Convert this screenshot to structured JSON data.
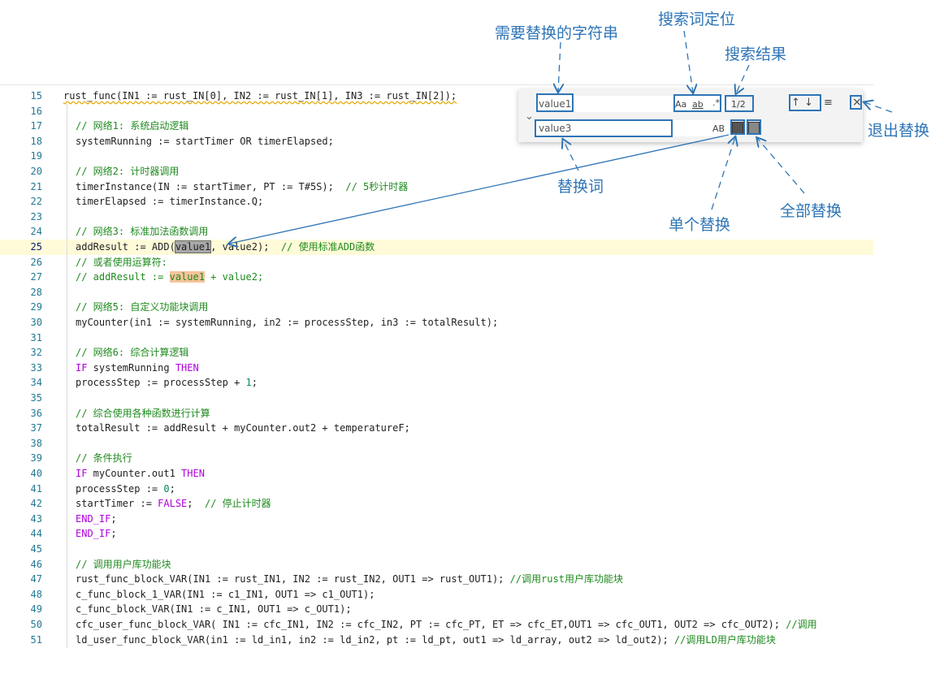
{
  "editor": {
    "lines": [
      {
        "n": "15",
        "indent": false,
        "tokens": [
          [
            "",
            "rust_func(IN1 := rust_IN[0], IN2 := rust_IN[1], IN3 := rust_IN[2]);"
          ]
        ],
        "squiggle": true
      },
      {
        "n": "16",
        "indent": true,
        "tokens": []
      },
      {
        "n": "17",
        "indent": true,
        "tokens": [
          [
            "cm",
            "// 网络1: 系统启动逻辑"
          ]
        ]
      },
      {
        "n": "18",
        "indent": true,
        "tokens": [
          [
            "",
            "systemRunning := startTimer OR timerElapsed;"
          ]
        ]
      },
      {
        "n": "19",
        "indent": true,
        "tokens": []
      },
      {
        "n": "20",
        "indent": true,
        "tokens": [
          [
            "cm",
            "// 网络2: 计时器调用"
          ]
        ]
      },
      {
        "n": "21",
        "indent": true,
        "tokens": [
          [
            "",
            "timerInstance(IN := startTimer, PT := T#5S);  "
          ],
          [
            "cm",
            "// 5秒计时器"
          ]
        ]
      },
      {
        "n": "22",
        "indent": true,
        "tokens": [
          [
            "",
            "timerElapsed := timerInstance.Q;"
          ]
        ]
      },
      {
        "n": "23",
        "indent": true,
        "tokens": []
      },
      {
        "n": "24",
        "indent": true,
        "tokens": [
          [
            "cm",
            "// 网络3: 标准加法函数调用"
          ]
        ]
      },
      {
        "n": "25",
        "indent": true,
        "highlight": true,
        "tokens": [
          [
            "",
            "addResult := ADD("
          ],
          [
            "m1",
            "value1"
          ],
          [
            "",
            ", value2);  "
          ],
          [
            "cm",
            "// 使用标准ADD函数"
          ]
        ]
      },
      {
        "n": "26",
        "indent": true,
        "tokens": [
          [
            "cm",
            "// 或者使用运算符:"
          ]
        ]
      },
      {
        "n": "27",
        "indent": true,
        "tokens": [
          [
            "cm",
            "// addResult := "
          ],
          [
            "m2 cm",
            "value1"
          ],
          [
            "cm",
            " + value2;"
          ]
        ]
      },
      {
        "n": "28",
        "indent": true,
        "tokens": []
      },
      {
        "n": "29",
        "indent": true,
        "tokens": [
          [
            "cm",
            "// 网络5: 自定义功能块调用"
          ]
        ]
      },
      {
        "n": "30",
        "indent": true,
        "tokens": [
          [
            "",
            "myCounter(in1 := systemRunning, in2 := processStep, in3 := totalResult);"
          ]
        ]
      },
      {
        "n": "31",
        "indent": true,
        "tokens": []
      },
      {
        "n": "32",
        "indent": true,
        "tokens": [
          [
            "cm",
            "// 网络6: 综合计算逻辑"
          ]
        ]
      },
      {
        "n": "33",
        "indent": true,
        "tokens": [
          [
            "kw",
            "IF"
          ],
          [
            "",
            " systemRunning "
          ],
          [
            "kw",
            "THEN"
          ]
        ]
      },
      {
        "n": "34",
        "indent": true,
        "tokens": [
          [
            "",
            "processStep := processStep + "
          ],
          [
            "num",
            "1"
          ],
          [
            "",
            ";"
          ]
        ]
      },
      {
        "n": "35",
        "indent": true,
        "tokens": []
      },
      {
        "n": "36",
        "indent": true,
        "tokens": [
          [
            "cm",
            "// 综合使用各种函数进行计算"
          ]
        ]
      },
      {
        "n": "37",
        "indent": true,
        "tokens": [
          [
            "",
            "totalResult := addResult + myCounter.out2 + temperatureF;"
          ]
        ]
      },
      {
        "n": "38",
        "indent": true,
        "tokens": []
      },
      {
        "n": "39",
        "indent": true,
        "tokens": [
          [
            "cm",
            "// 条件执行"
          ]
        ]
      },
      {
        "n": "40",
        "indent": true,
        "tokens": [
          [
            "kw",
            "IF"
          ],
          [
            "",
            " myCounter.out1 "
          ],
          [
            "kw",
            "THEN"
          ]
        ]
      },
      {
        "n": "41",
        "indent": true,
        "tokens": [
          [
            "",
            "processStep := "
          ],
          [
            "num",
            "0"
          ],
          [
            "",
            ";"
          ]
        ]
      },
      {
        "n": "42",
        "indent": true,
        "tokens": [
          [
            "",
            "startTimer := "
          ],
          [
            "kw",
            "FALSE"
          ],
          [
            "",
            ";  "
          ],
          [
            "cm",
            "// 停止计时器"
          ]
        ]
      },
      {
        "n": "43",
        "indent": true,
        "tokens": [
          [
            "kw",
            "END_IF"
          ],
          [
            "",
            ";"
          ]
        ]
      },
      {
        "n": "44",
        "indent": true,
        "tokens": [
          [
            "kw",
            "END_IF"
          ],
          [
            "",
            ";"
          ]
        ]
      },
      {
        "n": "45",
        "indent": true,
        "tokens": []
      },
      {
        "n": "46",
        "indent": true,
        "tokens": [
          [
            "cm",
            "// 调用用户库功能块"
          ]
        ]
      },
      {
        "n": "47",
        "indent": true,
        "tokens": [
          [
            "",
            "rust_func_block_VAR(IN1 := rust_IN1, IN2 := rust_IN2, OUT1 => rust_OUT1); "
          ],
          [
            "cm",
            "//调用rust用户库功能块"
          ]
        ]
      },
      {
        "n": "48",
        "indent": true,
        "tokens": [
          [
            "",
            "c_func_block_1_VAR(IN1 := c1_IN1, OUT1 => c1_OUT1);"
          ]
        ]
      },
      {
        "n": "49",
        "indent": true,
        "tokens": [
          [
            "",
            "c_func_block_VAR(IN1 := c_IN1, OUT1 => c_OUT1);"
          ]
        ]
      },
      {
        "n": "50",
        "indent": true,
        "tokens": [
          [
            "",
            "cfc_user_func_block_VAR( IN1 := cfc_IN1, IN2 := cfc_IN2, PT := cfc_PT, ET => cfc_ET,OUT1 => cfc_OUT1, OUT2 => cfc_OUT2); "
          ],
          [
            "cm",
            "//调用"
          ]
        ]
      },
      {
        "n": "51",
        "indent": true,
        "tokens": [
          [
            "",
            "ld_user_func_block_VAR(in1 := ld_in1, in2 := ld_in2, pt := ld_pt, out1 => ld_array, out2 => ld_out2); "
          ],
          [
            "cm",
            "//调用LD用户库功能块"
          ]
        ]
      }
    ]
  },
  "find_widget": {
    "search_value": "value1",
    "replace_value": "value3",
    "match_case": "Aa",
    "whole_word": "ab",
    "regex": ".*",
    "result": "1/2",
    "preserve_case": "AB",
    "prev": "↑",
    "next": "↓",
    "selection": "≡",
    "close": "×",
    "toggle": "⌄"
  },
  "annotations": {
    "search_target": "需要替换的字符串",
    "locate": "搜索词定位",
    "result": "搜索结果",
    "exit": "退出替换",
    "replace_word": "替换词",
    "replace_one": "单个替换",
    "replace_all": "全部替换"
  },
  "colors": {
    "annotation": "#2e75b6",
    "comment": "#1f8a1f",
    "keyword": "#af00db",
    "number": "#098658",
    "line_number": "#237893"
  }
}
